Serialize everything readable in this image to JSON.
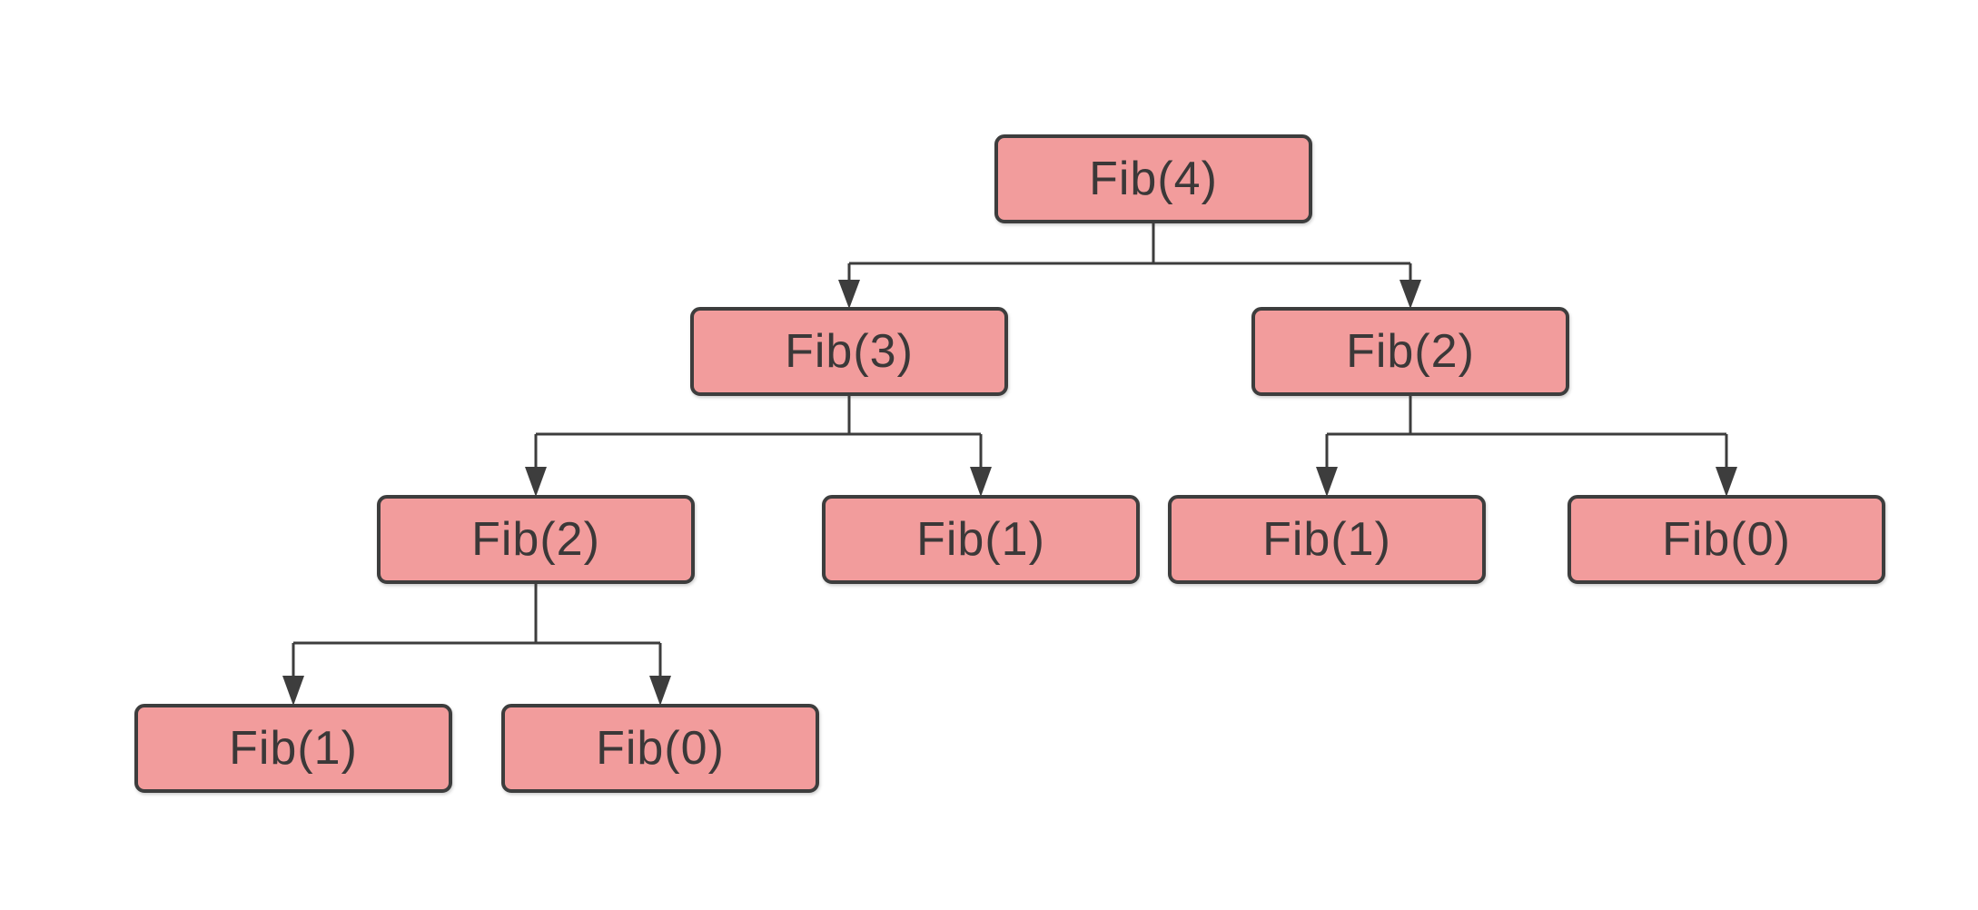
{
  "diagram": {
    "type": "recursion-tree",
    "background_color": "#ffffff",
    "node_fill_color": "#f29c9c",
    "node_border_color": "#3d3d3d",
    "node_text_color": "#3b3838",
    "connector_color": "#3d3d3d",
    "nodes": [
      {
        "id": "fib4",
        "label": "Fib(4)",
        "level": 0
      },
      {
        "id": "fib3",
        "label": "Fib(3)",
        "level": 1
      },
      {
        "id": "fib2-right",
        "label": "Fib(2)",
        "level": 1
      },
      {
        "id": "fib2-left",
        "label": "Fib(2)",
        "level": 2
      },
      {
        "id": "fib1-mid",
        "label": "Fib(1)",
        "level": 2
      },
      {
        "id": "fib1-right",
        "label": "Fib(1)",
        "level": 2
      },
      {
        "id": "fib0-right",
        "label": "Fib(0)",
        "level": 2
      },
      {
        "id": "fib1-bottom",
        "label": "Fib(1)",
        "level": 3
      },
      {
        "id": "fib0-bottom",
        "label": "Fib(0)",
        "level": 3
      }
    ],
    "edges": [
      {
        "from": "fib4",
        "to": "fib3"
      },
      {
        "from": "fib4",
        "to": "fib2-right"
      },
      {
        "from": "fib3",
        "to": "fib2-left"
      },
      {
        "from": "fib3",
        "to": "fib1-mid"
      },
      {
        "from": "fib2-right",
        "to": "fib1-right"
      },
      {
        "from": "fib2-right",
        "to": "fib0-right"
      },
      {
        "from": "fib2-left",
        "to": "fib1-bottom"
      },
      {
        "from": "fib2-left",
        "to": "fib0-bottom"
      }
    ]
  }
}
